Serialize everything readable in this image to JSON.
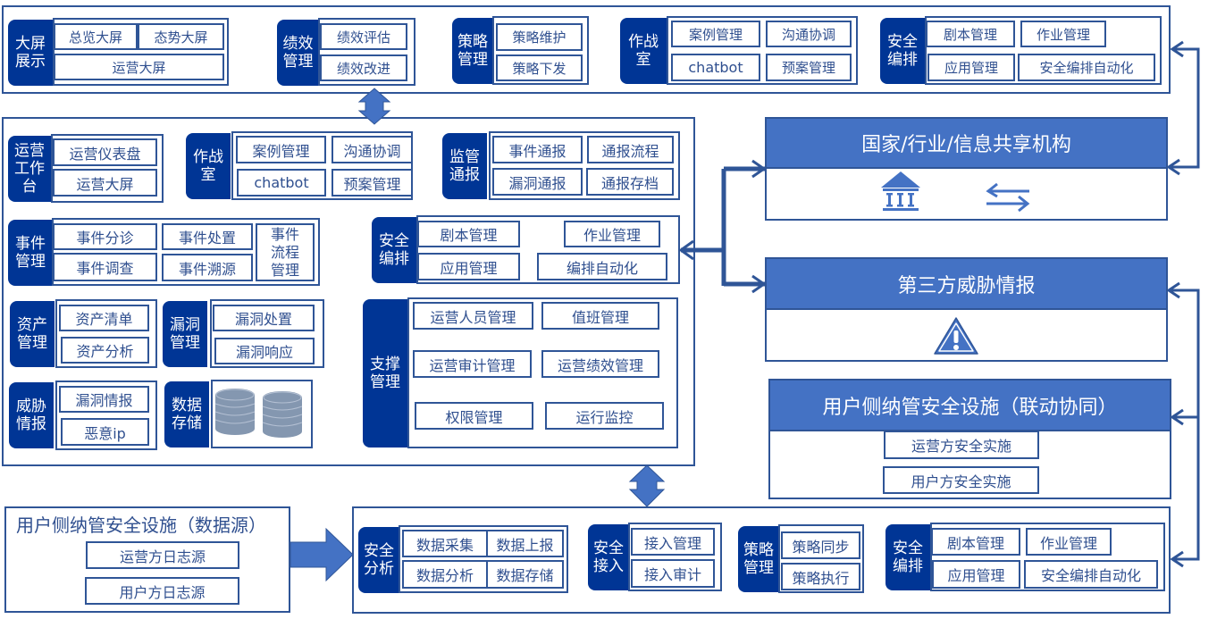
{
  "top_bar": {
    "groups": [
      {
        "label": "大屏展示",
        "items": [
          "总览大屏",
          "态势大屏",
          "运营大屏"
        ]
      },
      {
        "label": "绩效管理",
        "items": [
          "绩效评估",
          "绩效改进"
        ]
      },
      {
        "label": "策略管理",
        "items": [
          "策略维护",
          "策略下发"
        ]
      },
      {
        "label": "作战室",
        "items": [
          "案例管理",
          "沟通协调",
          "chatbot",
          "预案管理"
        ]
      },
      {
        "label": "安全编排",
        "items": [
          "剧本管理",
          "作业管理",
          "应用管理",
          "安全编排自动化"
        ]
      }
    ]
  },
  "middle": {
    "ops_workbench": {
      "label": "运营工作台",
      "items": [
        "运营仪表盘",
        "运营大屏"
      ]
    },
    "war_room": {
      "label": "作战室",
      "items": [
        "案例管理",
        "沟通协调",
        "chatbot",
        "预案管理"
      ]
    },
    "regulatory": {
      "label": "监管通报",
      "items": [
        "事件通报",
        "通报流程",
        "漏洞通报",
        "通报存档"
      ]
    },
    "event_mgmt": {
      "label": "事件管理",
      "items": [
        "事件分诊",
        "事件处置",
        "事件调查",
        "事件溯源",
        "事件流程管理"
      ]
    },
    "orchestration": {
      "label": "安全编排",
      "items": [
        "剧本管理",
        "作业管理",
        "应用管理",
        "编排自动化"
      ]
    },
    "asset_mgmt": {
      "label": "资产管理",
      "items": [
        "资产清单",
        "资产分析"
      ]
    },
    "vuln_mgmt": {
      "label": "漏洞管理",
      "items": [
        "漏洞处置",
        "漏洞响应"
      ]
    },
    "threat_intel": {
      "label": "威胁情报",
      "items": [
        "漏洞情报",
        "恶意ip"
      ]
    },
    "data_storage": {
      "label": "数据存储",
      "icons": [
        "database-icon",
        "database-icon"
      ]
    },
    "support_mgmt": {
      "label": "支撑管理",
      "items": [
        "运营人员管理",
        "值班管理",
        "运营审计管理",
        "运营绩效管理",
        "权限管理",
        "运行监控"
      ]
    }
  },
  "right": {
    "national": {
      "title": "国家/行业/信息共享机构",
      "icons": [
        "institution-icon",
        "exchange-arrows-icon"
      ]
    },
    "third_party": {
      "title": "第三方威胁情报",
      "icons": [
        "warning-icon"
      ]
    },
    "linkage": {
      "title": "用户侧纳管安全设施（联动协同）",
      "items": [
        "运营方安全实施",
        "用户方安全实施"
      ]
    }
  },
  "bottom": {
    "datasource": {
      "title": "用户侧纳管安全设施（数据源）",
      "items": [
        "运营方日志源",
        "用户方日志源"
      ]
    },
    "security_analysis": {
      "label": "安全分析",
      "items": [
        "数据采集",
        "数据上报",
        "数据分析",
        "数据存储"
      ]
    },
    "security_access": {
      "label": "安全接入",
      "items": [
        "接入管理",
        "接入审计"
      ]
    },
    "policy_mgmt": {
      "label": "策略管理",
      "items": [
        "策略同步",
        "策略执行"
      ]
    },
    "orchestration": {
      "label": "安全编排",
      "items": [
        "剧本管理",
        "作业管理",
        "应用管理",
        "安全编排自动化"
      ]
    }
  },
  "colors": {
    "primary_dark": "#003595",
    "accent": "#4472c4",
    "border": "#2f5597"
  }
}
